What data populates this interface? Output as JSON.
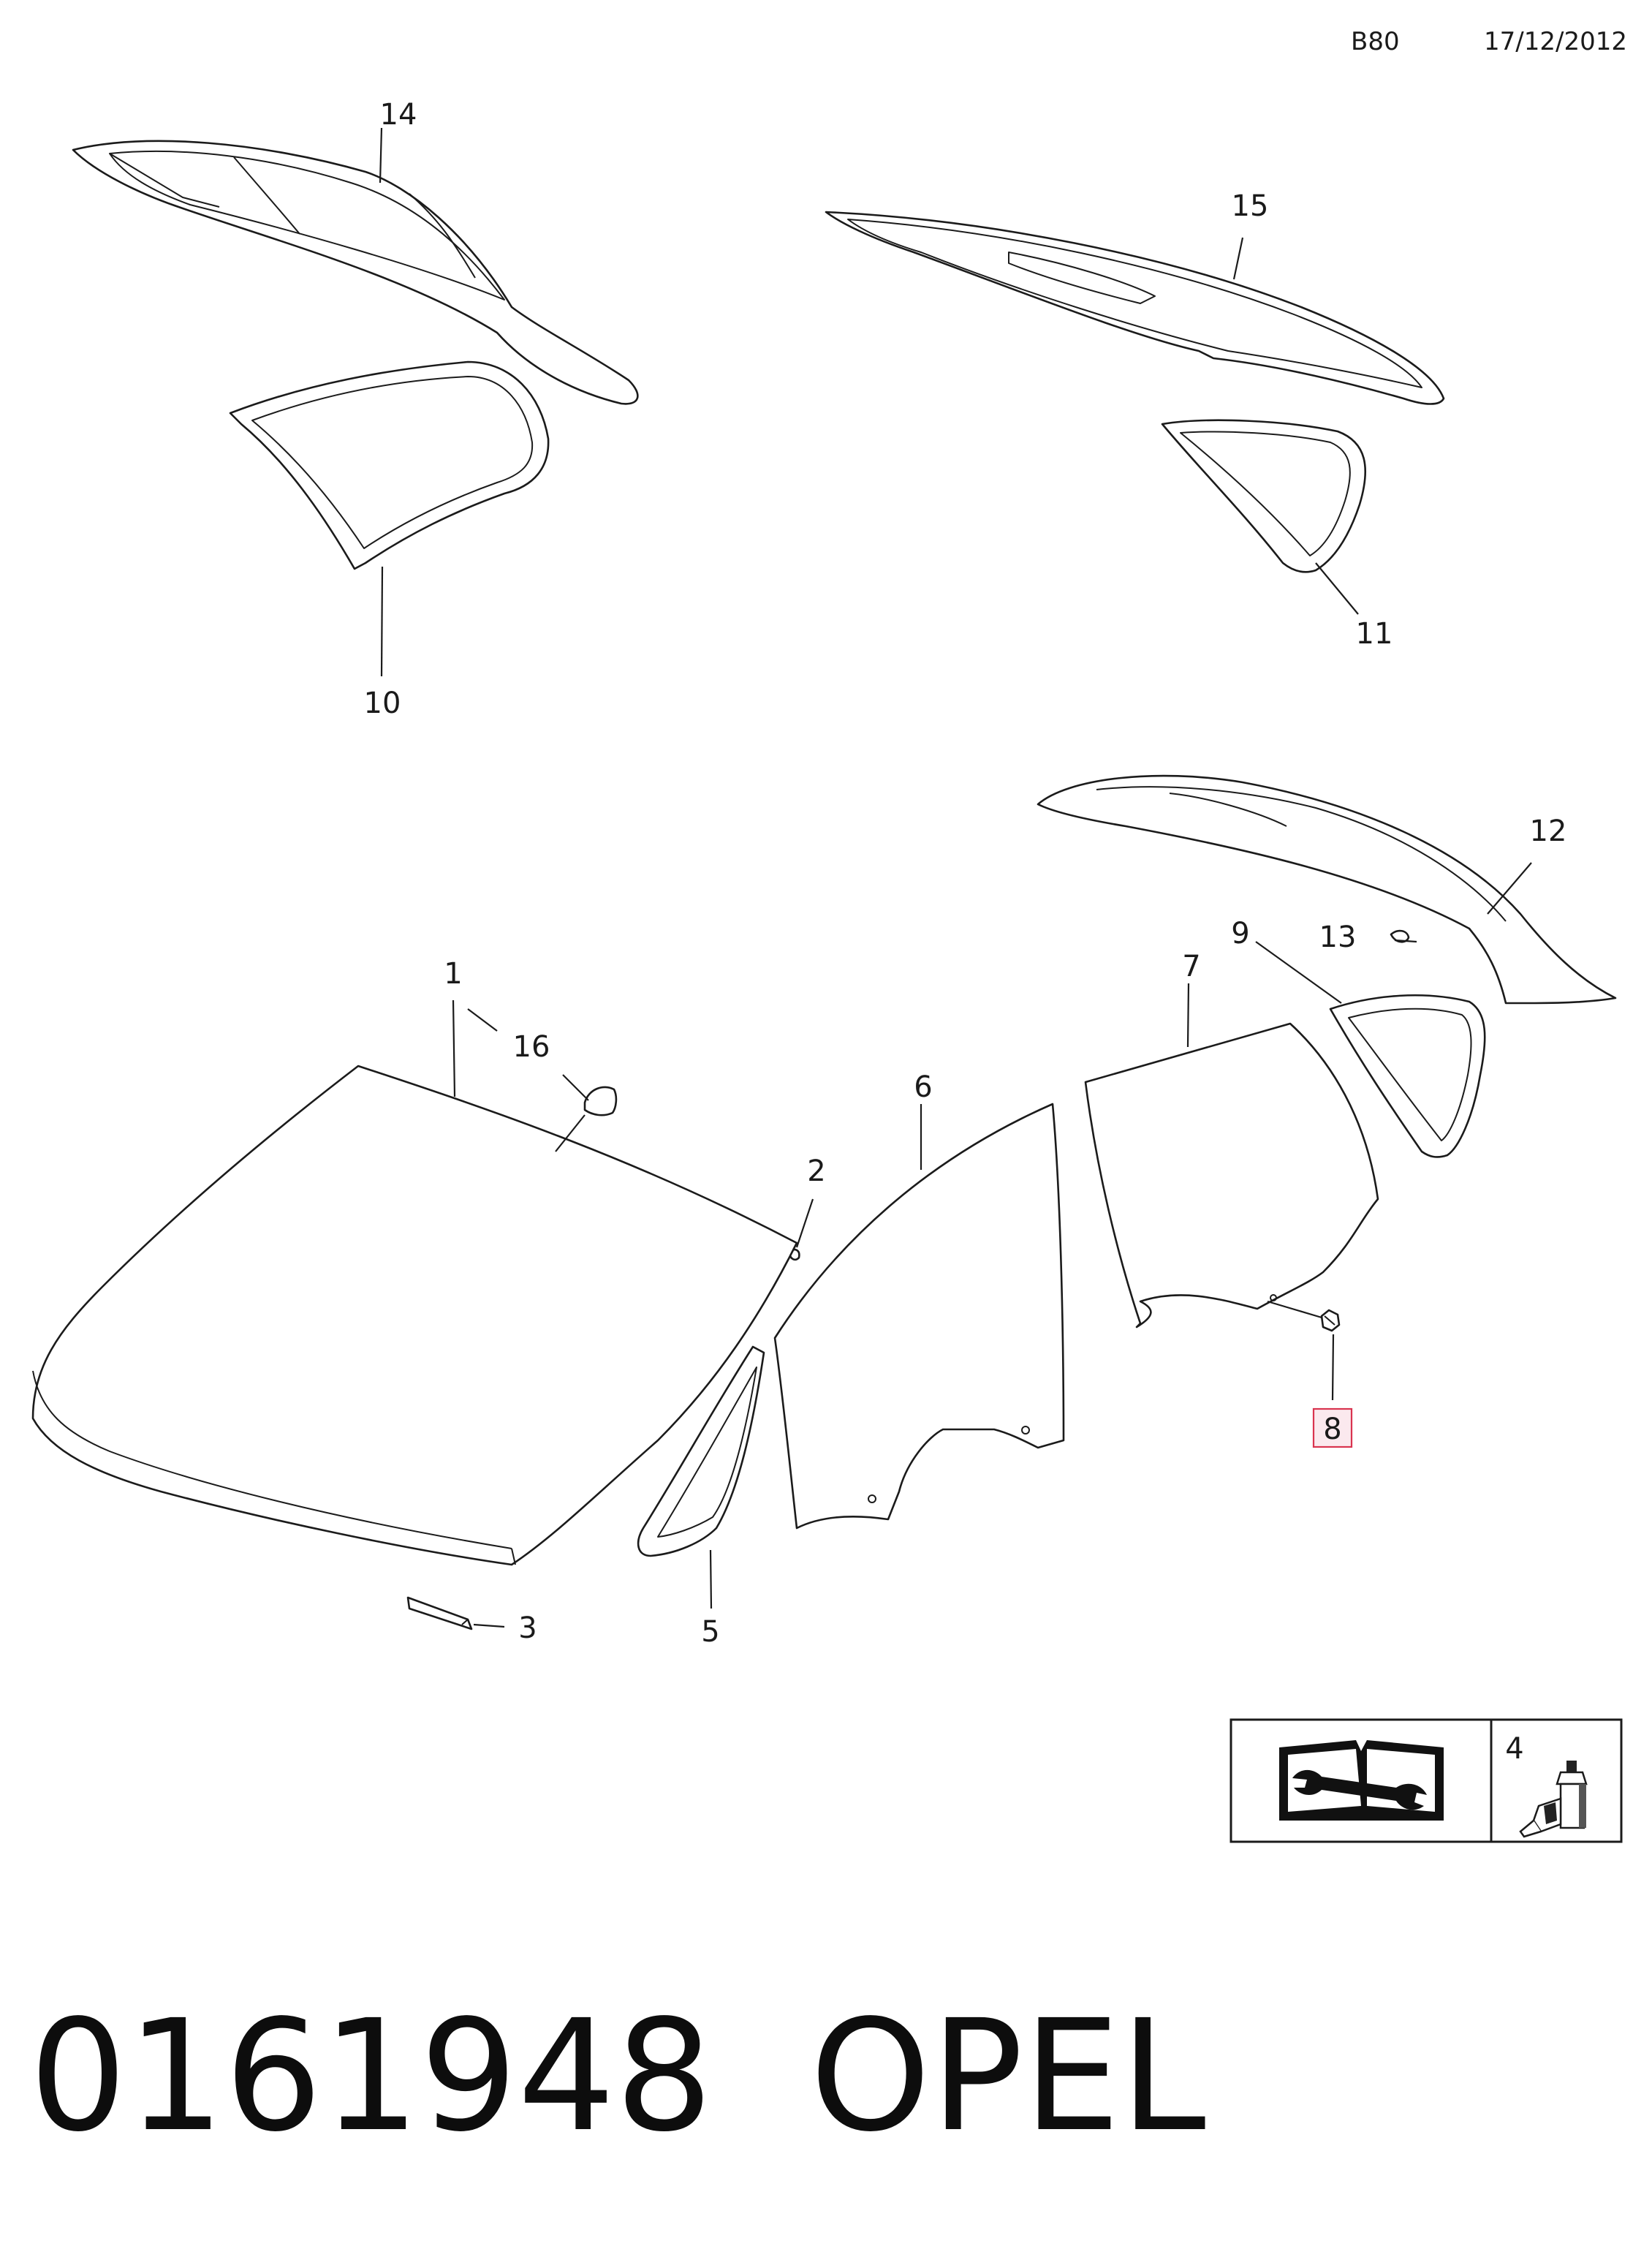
{
  "header": {
    "code": "B80",
    "date": "17/12/2012"
  },
  "footer": {
    "part_number": "0161948",
    "brand": "OPEL"
  },
  "callouts": {
    "c1": "1",
    "c2": "2",
    "c3": "3",
    "c4": "4",
    "c5": "5",
    "c6": "6",
    "c7": "7",
    "c8": "8",
    "c9": "9",
    "c10": "10",
    "c11": "11",
    "c12": "12",
    "c13": "13",
    "c14": "14",
    "c15": "15",
    "c16": "16"
  },
  "highlight": {
    "callout": "8",
    "color": "#d9344f"
  },
  "icons": {
    "manual": "service-manual-wrench-icon",
    "adhesive": "adhesive-cartridge-icon"
  }
}
